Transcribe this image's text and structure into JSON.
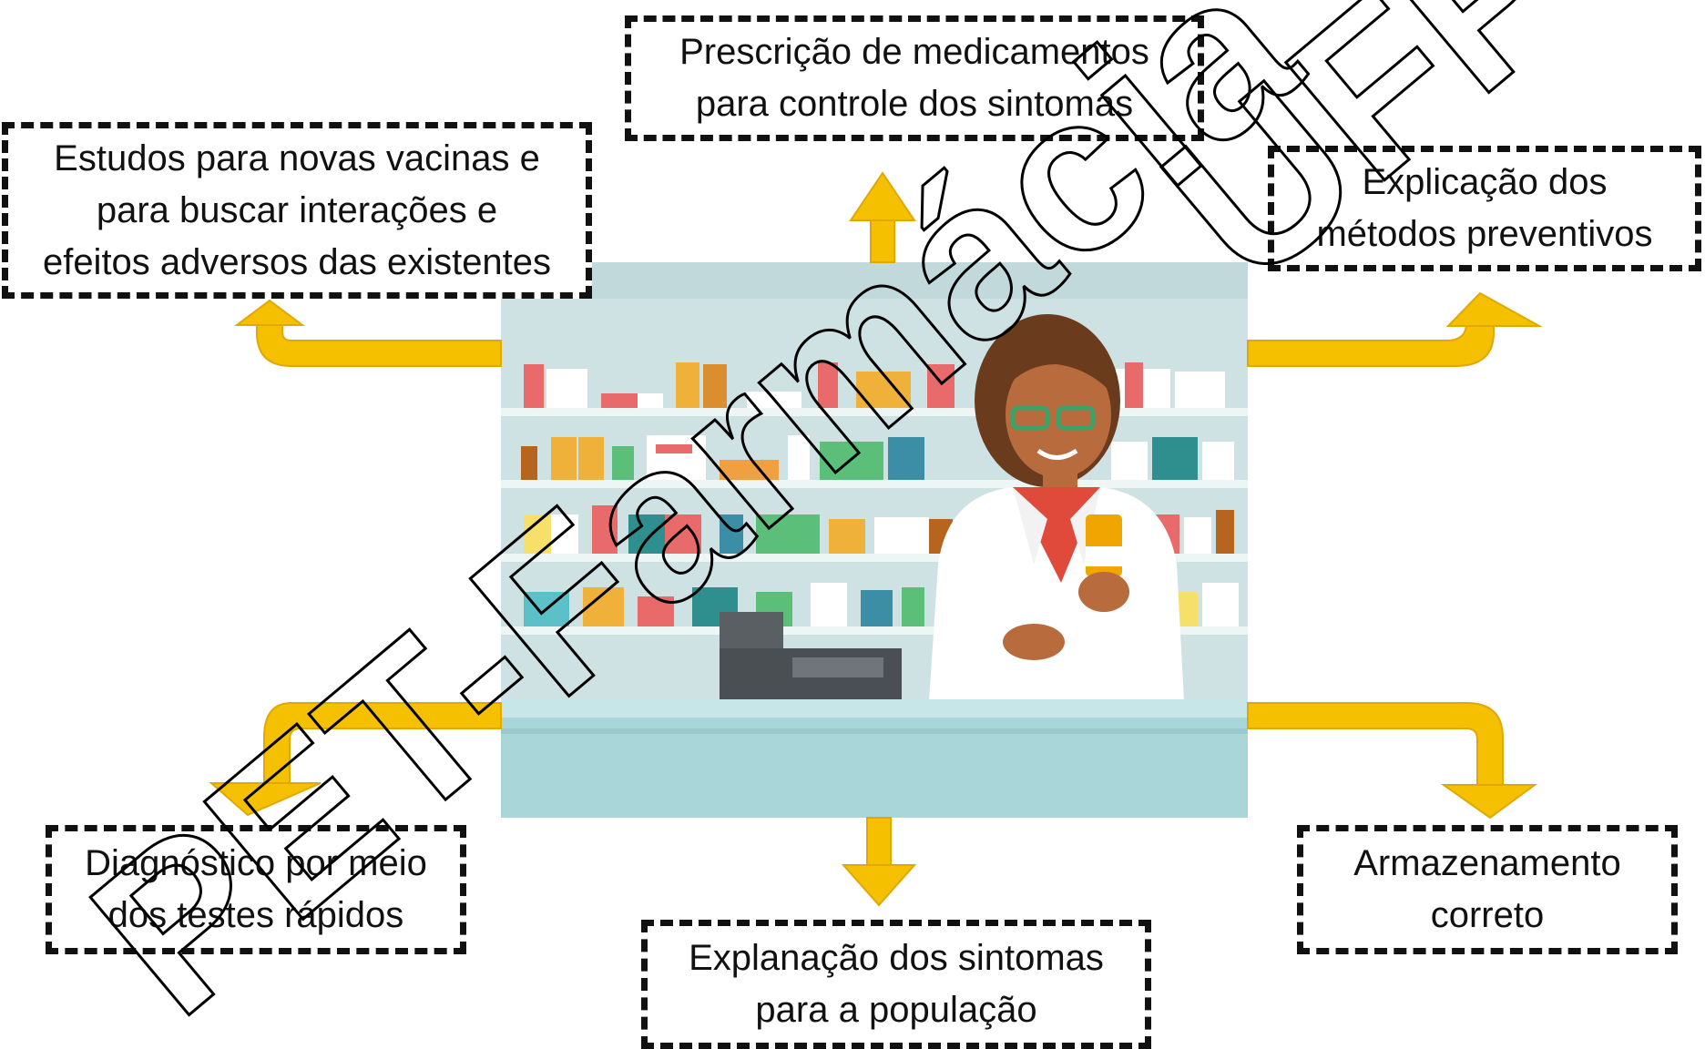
{
  "boxes": {
    "prescricao": {
      "line1": "Prescrição de medicamentos",
      "line2": "para controle dos sintomas"
    },
    "estudos": {
      "line1": "Estudos para novas vacinas e",
      "line2": "para buscar interações e",
      "line3": "efeitos adversos das existentes"
    },
    "explicacao": {
      "line1": "Explicação dos",
      "line2": "métodos preventivos"
    },
    "diagnostico": {
      "line1": "Diagnóstico por meio",
      "line2": "dos testes rápidos"
    },
    "explanacao": {
      "line1": "Explanação dos sintomas",
      "line2": "para a população"
    },
    "armazenamento": {
      "line1": "Armazenamento",
      "line2": "correto"
    }
  },
  "watermark": {
    "main": "PET-Farmácia",
    "corner": "UFPB"
  },
  "colors": {
    "arrow": "#f5c000",
    "arrow_edge": "#e0a800",
    "border": "#111111",
    "wall": "#cfe3e4",
    "counter": "#a9d8da",
    "shelf": "#eef5f5"
  },
  "icons": [
    "pharmacist-illustration",
    "arrow-up",
    "arrow-down"
  ]
}
